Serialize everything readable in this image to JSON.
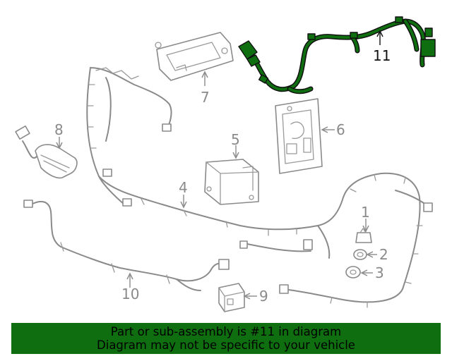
{
  "callouts": {
    "c1": "1",
    "c2": "2",
    "c3": "3",
    "c4": "4",
    "c5": "5",
    "c6": "6",
    "c7": "7",
    "c8": "8",
    "c9": "9",
    "c10": "10",
    "c11": "11"
  },
  "highlighted_part": "11",
  "colors": {
    "highlight": "#0f6e0f",
    "line_art": "#8a8a8a",
    "banner_bg": "#0f6e0f"
  },
  "banner": {
    "line1": "Part or sub-assembly is #11 in diagram",
    "line2": "Diagram may not be specific to your vehicle"
  }
}
